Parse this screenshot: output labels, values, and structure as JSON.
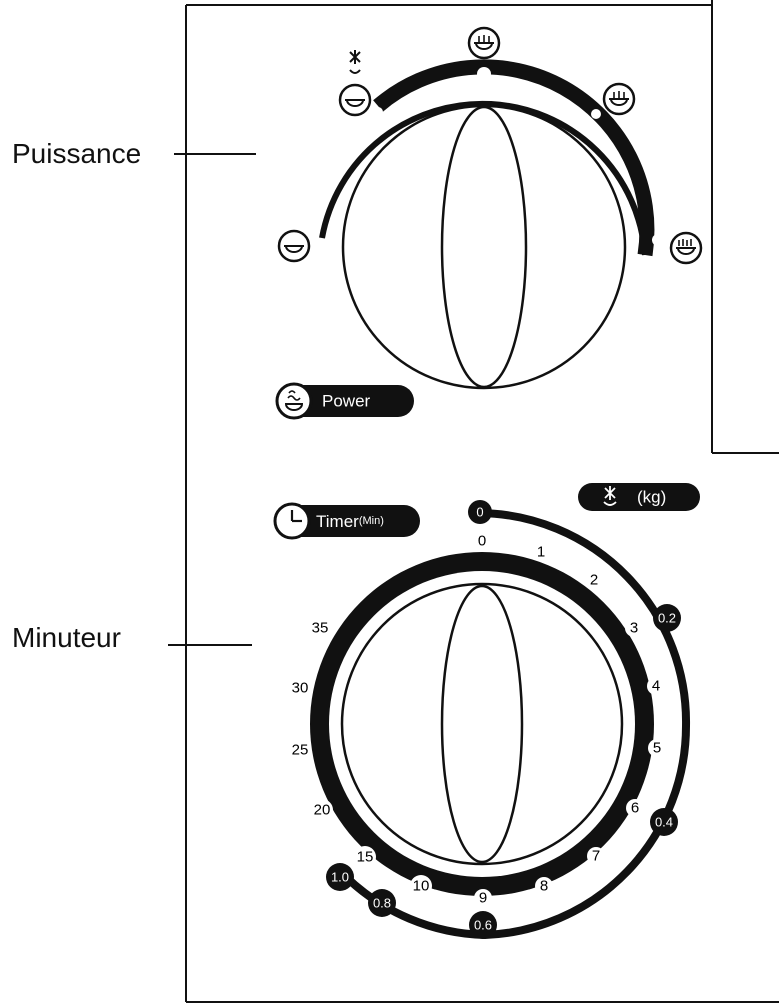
{
  "callouts": {
    "power_label": "Puissance",
    "timer_label": "Minuteur"
  },
  "power_panel": {
    "badge_label": "Power",
    "levels": [
      {
        "icon": "low-bowl-icon"
      },
      {
        "icon": "defrost-bowl-icon"
      },
      {
        "icon": "medium-bowl-icon"
      },
      {
        "icon": "medium-high-bowl-icon"
      },
      {
        "icon": "high-bowl-icon"
      }
    ]
  },
  "timer_panel": {
    "badge_label": "Timer",
    "badge_unit": "(Min)",
    "defrost_badge_label": "(kg)",
    "minute_marks": [
      "0",
      "1",
      "2",
      "3",
      "4",
      "5",
      "6",
      "7",
      "8",
      "9",
      "10",
      "15",
      "20",
      "25",
      "30",
      "35"
    ],
    "weight_marks": [
      "0",
      "0.2",
      "0.4",
      "0.6",
      "0.8",
      "1.0"
    ]
  },
  "colors": {
    "ink": "#111111",
    "background": "#ffffff"
  }
}
